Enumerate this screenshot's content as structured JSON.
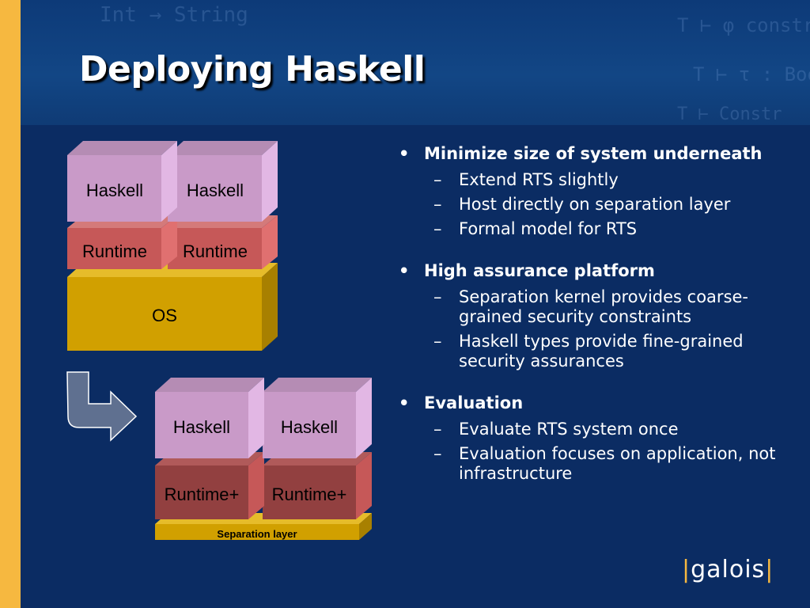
{
  "slide": {
    "title": "Deploying Haskell",
    "background_code": [
      "Int → String",
      "T ⊢ φ constr",
      "T ⊢ τ : Boo",
      "T ⊢ Constr"
    ]
  },
  "diagram_top": {
    "haskell_left": "Haskell",
    "haskell_right": "Haskell",
    "runtime_left": "Runtime",
    "runtime_right": "Runtime",
    "os": "OS"
  },
  "diagram_bottom": {
    "haskell_left": "Haskell",
    "haskell_right": "Haskell",
    "runtime_left": "Runtime+",
    "runtime_right": "Runtime+",
    "separation": "Separation layer"
  },
  "bullets": [
    {
      "label": "Minimize size of system underneath",
      "subs": [
        "Extend RTS slightly",
        "Host directly on separation layer",
        "Formal model for RTS"
      ]
    },
    {
      "label": "High assurance platform",
      "subs": [
        "Separation kernel provides coarse-grained security constraints",
        "Haskell types provide fine-grained security assurances"
      ]
    },
    {
      "label": "Evaluation",
      "subs": [
        "Evaluate RTS system once",
        "Evaluation focuses on application, not infrastructure"
      ]
    }
  ],
  "bullet_marker": "•",
  "sub_marker": "–",
  "logo": {
    "text": "galois",
    "bar": "|"
  },
  "colors": {
    "background": "#0b2c63",
    "stripe": "#f6b840",
    "haskell_box": "#c99ac8",
    "runtime_box": "#c65858",
    "runtime_plus_box": "#924040",
    "os_box": "#d1a000",
    "separation_box": "#d1a000",
    "arrow": "#5f7090"
  }
}
